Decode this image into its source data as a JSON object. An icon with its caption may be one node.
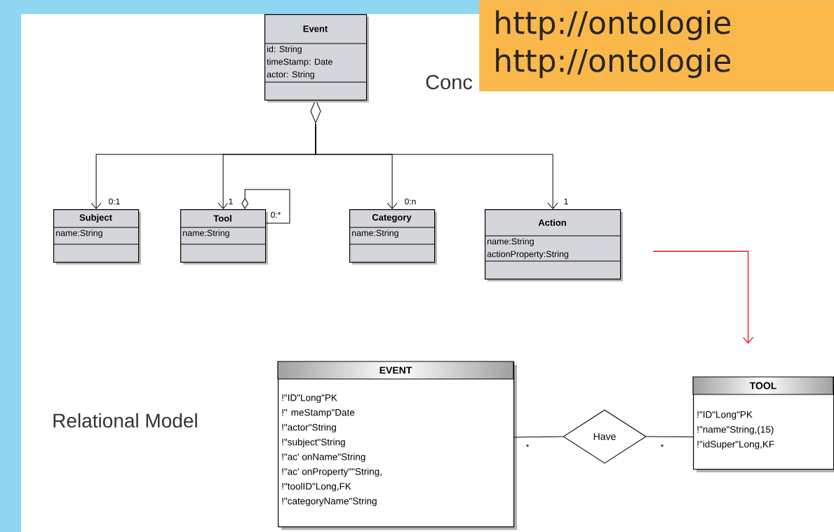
{
  "diagram": {
    "nodes": [
      {
        "text": [
          "Event",
          "id: String",
          "timeStamp: Date",
          "actor: String"
        ]
      },
      {
        "text": [
          "http://ontologie",
          "http://ontologie"
        ]
      },
      {
        "text": [
          "Subject",
          "name:String"
        ]
      },
      {
        "text": [
          "Tool",
          "name:String"
        ]
      },
      {
        "text": [
          "Category",
          "name:String"
        ]
      },
      {
        "text": [
          "Action",
          "name:String",
          "actionProperty:String"
        ]
      },
      {
        "text": [
          "EVENT",
          "!\"ID\"Long\"PK",
          "!\" meStamp\"Date",
          "!\"actor\"String",
          "!\"subject\"String",
          "!\"ac' onName\"String",
          "!\"ac' onProperty\"\"String,",
          "!\"toolID\"Long,FK",
          "!\"categoryName\"String"
        ]
      },
      {
        "text": [
          "Have"
        ]
      },
      {
        "text": [
          "TOOL",
          "!\"ID\"Long\"PK",
          "!\"name\"String,(15)",
          "!\"idSuper\"Long,KF"
        ]
      }
    ],
    "edges": [
      {
        "from": 0,
        "to": 2,
        "arrow": "to",
        "label": "0:1"
      },
      {
        "from": 0,
        "to": 3,
        "arrow": "to",
        "label": "1"
      },
      {
        "from": 0,
        "to": 4,
        "arrow": "to",
        "label": "0:n"
      },
      {
        "from": 0,
        "to": 5,
        "arrow": "to",
        "label": "1"
      },
      {
        "from": 3,
        "to": 3,
        "arrow": "other",
        "label": "0:*"
      },
      {
        "from": 5,
        "to": 8,
        "arrow": "to",
        "color": "#e53935"
      },
      {
        "from": 6,
        "to": 7,
        "arrow": "none",
        "label": "*"
      },
      {
        "from": 7,
        "to": 8,
        "arrow": "none",
        "label": "*"
      }
    ],
    "labels": [
      "Conc",
      "Relational Model"
    ]
  }
}
